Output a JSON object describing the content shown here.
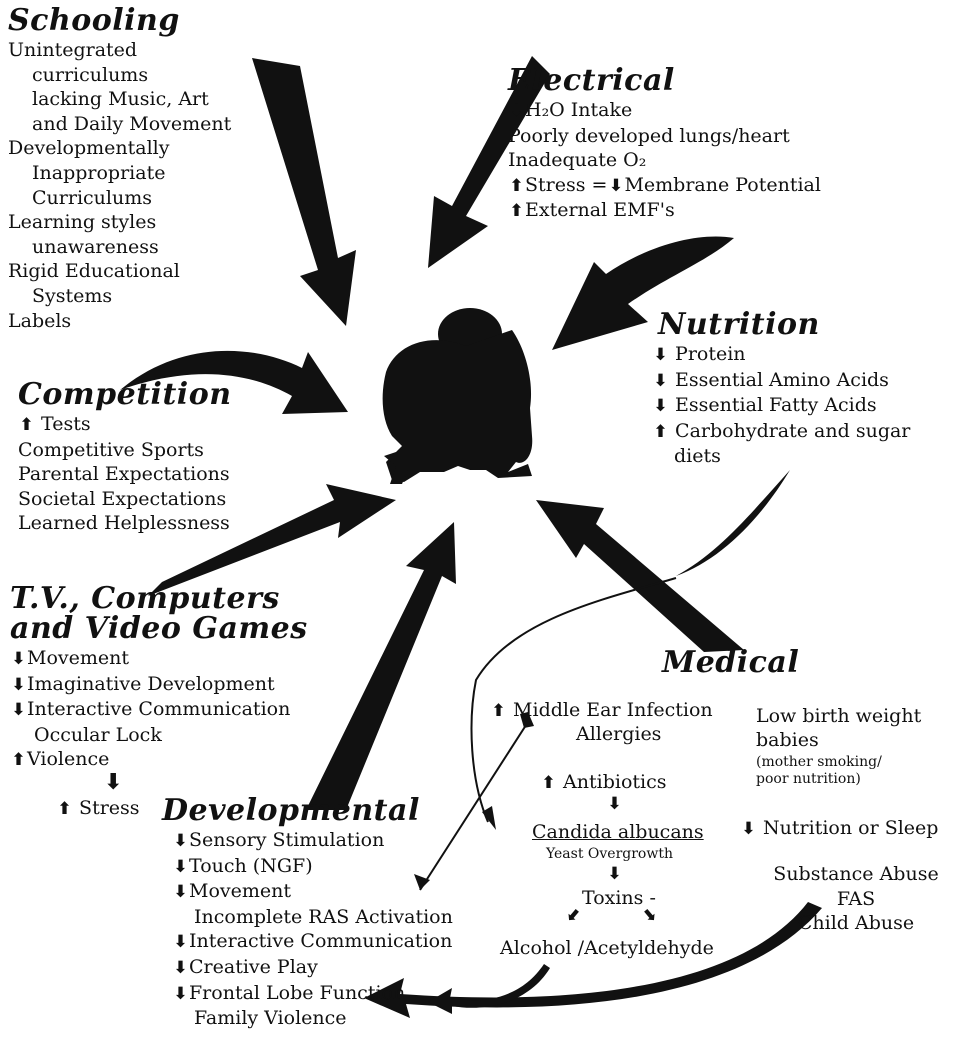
{
  "colors": {
    "ink": "#111111",
    "paper": "#ffffff"
  },
  "icons": {
    "up": "up-arrow-icon",
    "down": "down-arrow-icon",
    "figure": "sitting-child-silhouette"
  },
  "schooling": {
    "title": "Schooling",
    "lines": [
      "Unintegrated",
      "curriculums",
      "lacking Music, Art",
      "and Daily Movement",
      "Developmentally",
      "Inappropriate",
      "Curriculums",
      "Learning styles",
      "unawareness",
      "Rigid Educational",
      "Systems",
      "Labels"
    ]
  },
  "electrical": {
    "title": "Electrical",
    "lines": [
      "H₂O Intake",
      "Poorly developed lungs/heart",
      "Inadequate O₂",
      "Stress =",
      "Membrane Potential",
      "External EMF's"
    ]
  },
  "nutrition": {
    "title": "Nutrition",
    "lines": [
      "Protein",
      "Essential Amino Acids",
      "Essential Fatty Acids",
      "Carbohydrate and sugar",
      "diets"
    ]
  },
  "competition": {
    "title": "Competition",
    "lines": [
      "Tests",
      "Competitive Sports",
      "Parental Expectations",
      "Societal Expectations",
      "Learned Helplessness"
    ]
  },
  "tv": {
    "title1": "T.V., Computers",
    "title2": "and Video Games",
    "lines": [
      "Movement",
      "Imaginative Development",
      "Interactive Communication",
      "Occular Lock",
      "Violence",
      "Stress"
    ]
  },
  "medical": {
    "title": "Medical",
    "middle_ear": "Middle Ear Infection",
    "allergies": "Allergies",
    "antibiotics": "Antibiotics",
    "candida": "Candida albucans",
    "yeast": "Yeast Overgrowth",
    "toxins": "Toxins -",
    "alcohol": "Alcohol /Acetyldehyde",
    "low_birth": "Low birth weight",
    "babies": "babies",
    "note1": "(mother smoking/",
    "note2": "poor nutrition)",
    "nutrition_sleep": "Nutrition or Sleep",
    "substance": "Substance Abuse",
    "fas": "FAS",
    "child_abuse": "Child Abuse"
  },
  "developmental": {
    "title": "Developmental",
    "lines": [
      "Sensory Stimulation",
      "Touch (NGF)",
      "Movement",
      "Incomplete RAS Activation",
      "Interactive Communication",
      "Creative Play",
      "Frontal Lobe Function",
      "Family Violence"
    ]
  }
}
